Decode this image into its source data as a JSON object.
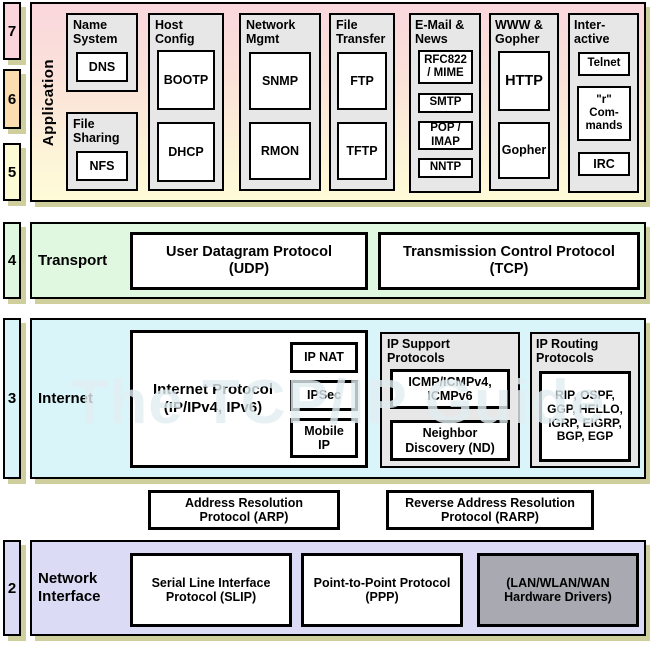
{
  "watermark": "The TCP/IP Guide",
  "colors": {
    "layer7": "#fbd5dc",
    "layer6": "#fbddb0",
    "layer5": "#fdfbd6",
    "layer4": "#e0f8e0",
    "layer3": "#d9f5f9",
    "layer2": "#dbdbf6",
    "shadow": "#cfcf9e",
    "group_fill": "#e7e7e7",
    "box_fill": "#ffffff",
    "hardware_fill": "#a9a9b2",
    "border": "#000000"
  },
  "layer_numbers": {
    "seven": "7",
    "six": "6",
    "five": "5",
    "four": "4",
    "three": "3",
    "two": "2"
  },
  "application": {
    "label": "Application",
    "name_system": {
      "label": "Name\nSystem",
      "dns": "DNS"
    },
    "file_sharing": {
      "label": "File\nSharing",
      "nfs": "NFS"
    },
    "host_config": {
      "label": "Host\nConfig",
      "bootp": "BOOTP",
      "dhcp": "DHCP"
    },
    "network_mgmt": {
      "label": "Network\nMgmt",
      "snmp": "SNMP",
      "rmon": "RMON"
    },
    "file_transfer": {
      "label": "File\nTransfer",
      "ftp": "FTP",
      "tftp": "TFTP"
    },
    "email_news": {
      "label": "E-Mail &\nNews",
      "rfc822_mime": "RFC822\n/ MIME",
      "smtp": "SMTP",
      "pop_imap": "POP /\nIMAP",
      "nntp": "NNTP"
    },
    "www_gopher": {
      "label": "WWW &\nGopher",
      "http": "HTTP",
      "gopher": "Gopher"
    },
    "interactive": {
      "label": "Inter-\nactive",
      "telnet": "Telnet",
      "r_commands": "\"r\"\nCom-\nmands",
      "irc": "IRC"
    }
  },
  "transport": {
    "label": "Transport",
    "udp": "User Datagram Protocol\n(UDP)",
    "tcp": "Transmission Control Protocol\n(TCP)"
  },
  "internet": {
    "label": "Internet",
    "ip": "Internet Protocol\n(IP/IPv4, IPv6)",
    "ip_nat": "IP NAT",
    "ipsec": "IPSec",
    "mobile_ip": "Mobile\nIP",
    "ip_support": {
      "label": "IP Support\nProtocols",
      "icmp": "ICMP/ICMPv4,\nICMPv6",
      "neighbor_discovery": "Neighbor\nDiscovery (ND)"
    },
    "ip_routing": {
      "label": "IP Routing\nProtocols",
      "protocols": "RIP, OSPF,\nGGP, HELLO,\nIGRP, EIGRP,\nBGP, EGP"
    }
  },
  "resolution": {
    "arp": "Address Resolution\nProtocol (ARP)",
    "rarp": "Reverse Address Resolution\nProtocol (RARP)"
  },
  "network_interface": {
    "label": "Network\nInterface",
    "slip": "Serial Line Interface\nProtocol (SLIP)",
    "ppp": "Point-to-Point Protocol\n(PPP)",
    "hardware": "(LAN/WLAN/WAN\nHardware Drivers)"
  }
}
